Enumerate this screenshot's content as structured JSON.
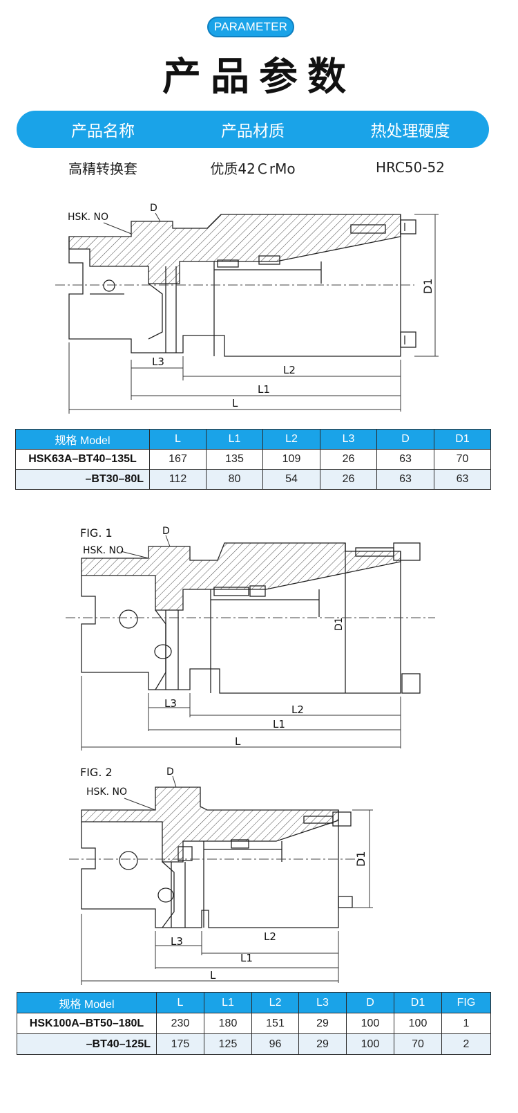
{
  "header": {
    "badge": "PARAMETER",
    "title": "产品参数"
  },
  "properties": {
    "headers": [
      "产品名称",
      "产品材质",
      "热处理硬度"
    ],
    "values": [
      "高精转换套",
      "优质42ＣrMo",
      "HRC50-52"
    ]
  },
  "drawing1": {
    "labels": {
      "hsk": "HSK. NO",
      "d": "D",
      "d1": "D1",
      "l": "L",
      "l1": "L1",
      "l2": "L2",
      "l3": "L3"
    }
  },
  "table1": {
    "columns": [
      "规格  Model",
      "L",
      "L1",
      "L2",
      "L3",
      "D",
      "D1"
    ],
    "rows": [
      [
        "HSK63A–BT40–135L",
        "167",
        "135",
        "109",
        "26",
        "63",
        "70"
      ],
      [
        "–BT30–80L",
        "112",
        "80",
        "54",
        "26",
        "63",
        "63"
      ]
    ]
  },
  "drawing2": {
    "labels": {
      "fig": "FIG. 1",
      "hsk": "HSK. NO",
      "d": "D",
      "d1": "D1",
      "l": "L",
      "l1": "L1",
      "l2": "L2",
      "l3": "L3"
    }
  },
  "drawing3": {
    "labels": {
      "fig": "FIG. 2",
      "hsk": "HSK. NO",
      "d": "D",
      "d1": "D1",
      "l": "L",
      "l1": "L1",
      "l2": "L2",
      "l3": "L3"
    }
  },
  "table2": {
    "columns": [
      "规格  Model",
      "L",
      "L1",
      "L2",
      "L3",
      "D",
      "D1",
      "FIG"
    ],
    "rows": [
      [
        "HSK100A–BT50–180L",
        "230",
        "180",
        "151",
        "29",
        "100",
        "100",
        "1"
      ],
      [
        "–BT40–125L",
        "175",
        "125",
        "96",
        "29",
        "100",
        "70",
        "2"
      ]
    ]
  },
  "colors": {
    "accent": "#1aa3e8",
    "row_alt": "#e7f1f9"
  }
}
